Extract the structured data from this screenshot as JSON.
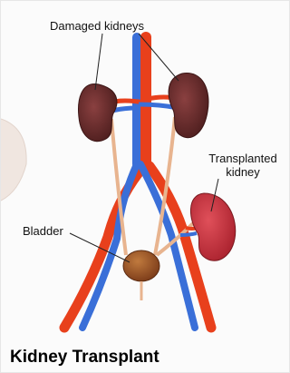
{
  "title": "Kidney Transplant",
  "labels": {
    "damaged_kidneys": "Damaged kidneys",
    "transplanted_kidney_line1": "Transplanted",
    "transplanted_kidney_line2": "kidney",
    "bladder": "Bladder"
  },
  "colors": {
    "artery": "#e8401c",
    "vein": "#3a6fd8",
    "damaged_kidney": "#6b2a2a",
    "transplanted_kidney": "#c9343f",
    "ureter": "#e8b48f",
    "bladder": "#9a4f26"
  }
}
